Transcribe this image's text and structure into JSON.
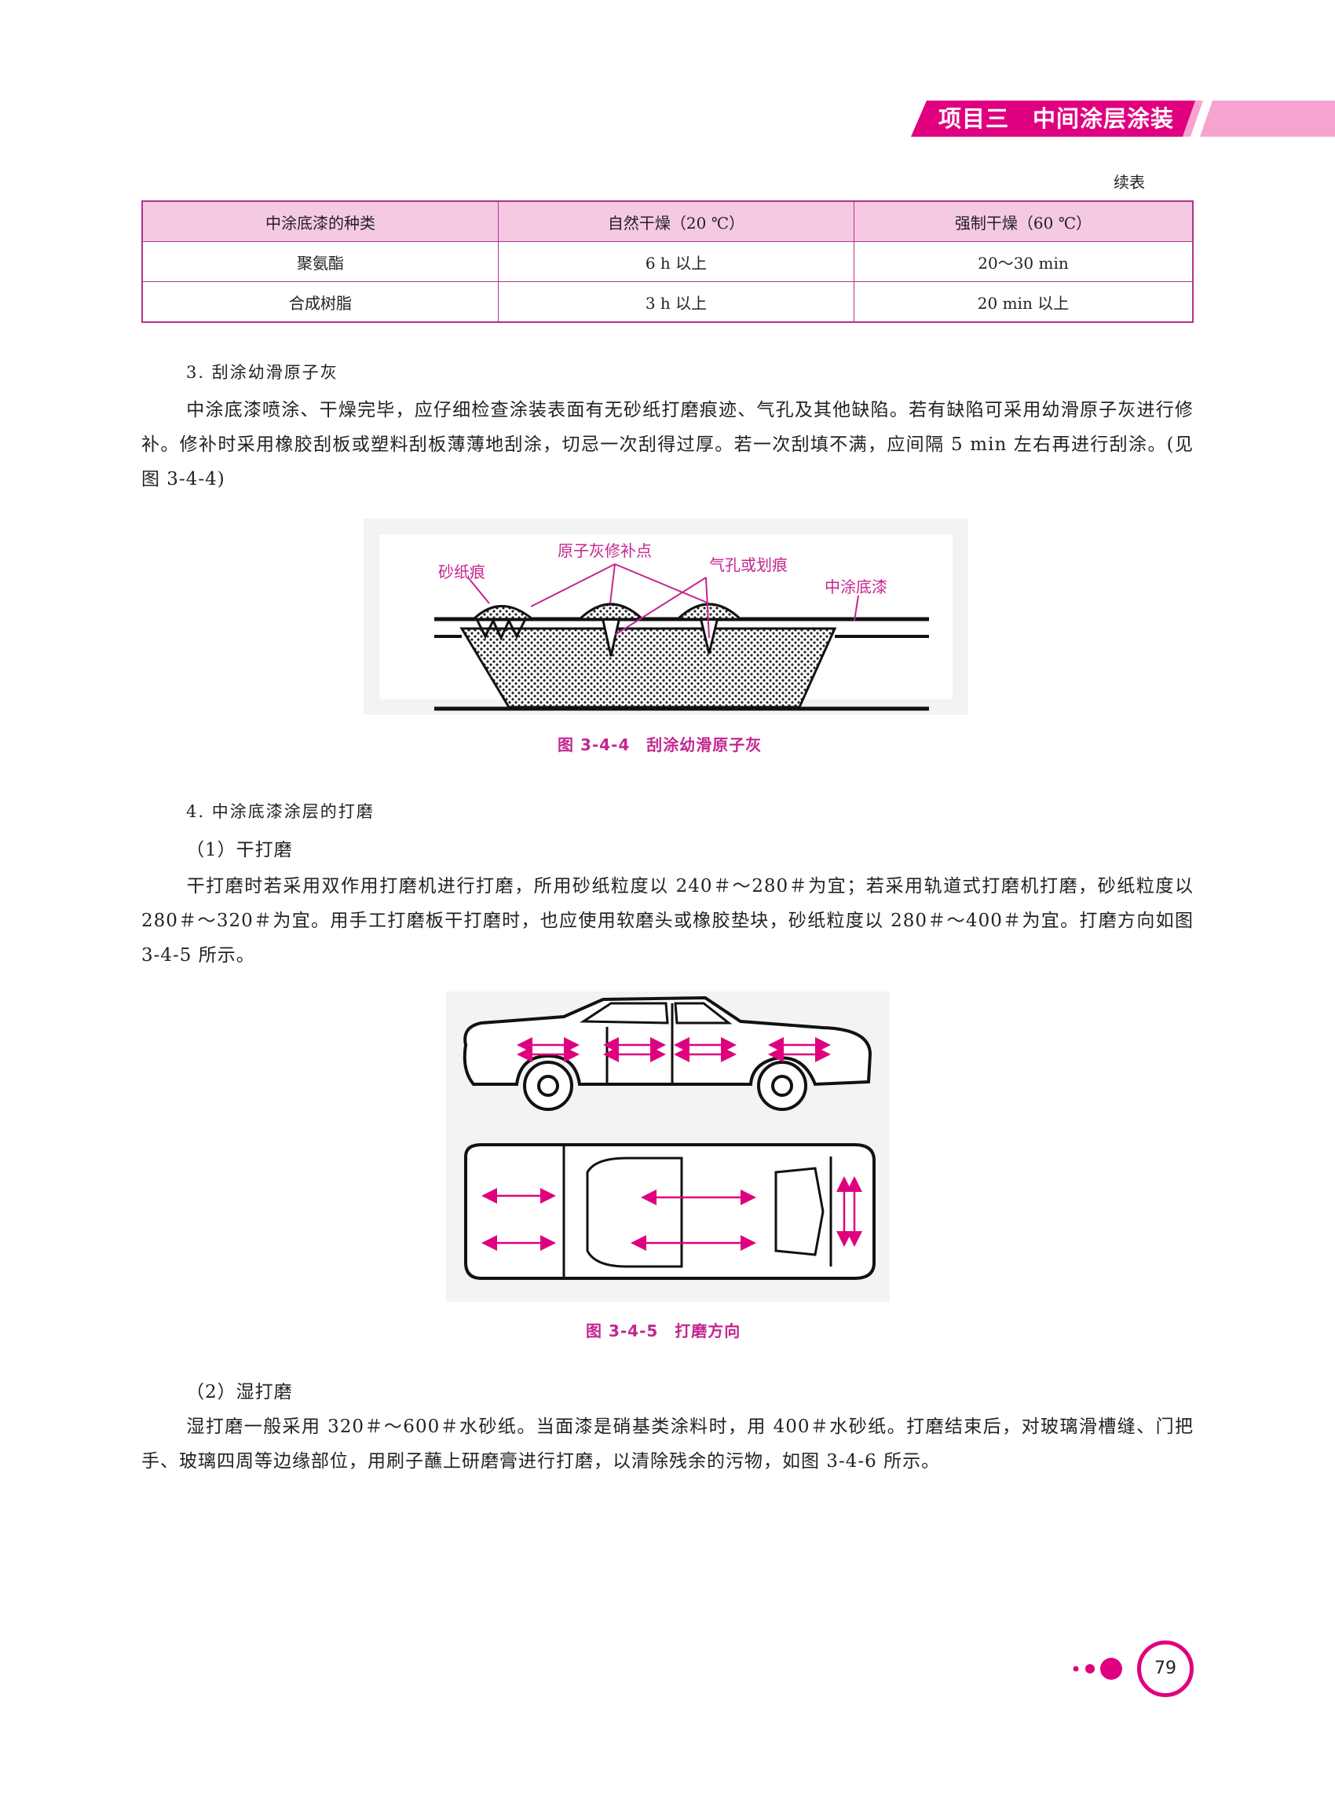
{
  "header": {
    "title": "项目三　中间涂层涂装"
  },
  "table": {
    "continued_label": "续表",
    "headers": [
      "中涂底漆的种类",
      "自然干燥（20 ℃）",
      "强制干燥（60 ℃）"
    ],
    "rows": [
      [
        "聚氨酯",
        "6 h 以上",
        "20～30 min"
      ],
      [
        "合成树脂",
        "3 h 以上",
        "20 min 以上"
      ]
    ]
  },
  "section3": {
    "heading": "3. 刮涂幼滑原子灰",
    "paragraph": "中涂底漆喷涂、干燥完毕，应仔细检查涂装表面有无砂纸打磨痕迹、气孔及其他缺陷。若有缺陷可采用幼滑原子灰进行修补。修补时采用橡胶刮板或塑料刮板薄薄地刮涂，切忌一次刮得过厚。若一次刮填不满，应间隔 5 min 左右再进行刮涂。(见图 3-4-4)"
  },
  "figure1": {
    "labels": {
      "sanding_mark": "砂纸痕",
      "putty_point": "原子灰修补点",
      "pinhole": "气孔或划痕",
      "primer": "中涂底漆"
    },
    "caption": "图 3-4-4　刮涂幼滑原子灰"
  },
  "section4": {
    "heading": "4. 中涂底漆涂层的打磨",
    "sub1_title": "（1）干打磨",
    "sub1_paragraph": "干打磨时若采用双作用打磨机进行打磨，所用砂纸粒度以 240＃～280＃为宜；若采用轨道式打磨机打磨，砂纸粒度以 280＃～320＃为宜。用手工打磨板干打磨时，也应使用软磨头或橡胶垫块，砂纸粒度以 280＃～400＃为宜。打磨方向如图 3-4-5 所示。"
  },
  "figure2": {
    "caption": "图 3-4-5　打磨方向"
  },
  "section4b": {
    "sub2_title": "（2）湿打磨",
    "sub2_paragraph": "湿打磨一般采用 320＃～600＃水砂纸。当面漆是硝基类涂料时，用 400＃水砂纸。打磨结束后，对玻璃滑槽缝、门把手、玻璃四周等边缘部位，用刷子蘸上研磨膏进行打磨，以清除残余的污物，如图 3-4-6 所示。"
  },
  "page": {
    "number": "79"
  },
  "colors": {
    "accent": "#e0007f",
    "table_header_bg": "#f6c9e3",
    "border": "#b0338d",
    "caption": "#c4268f"
  }
}
